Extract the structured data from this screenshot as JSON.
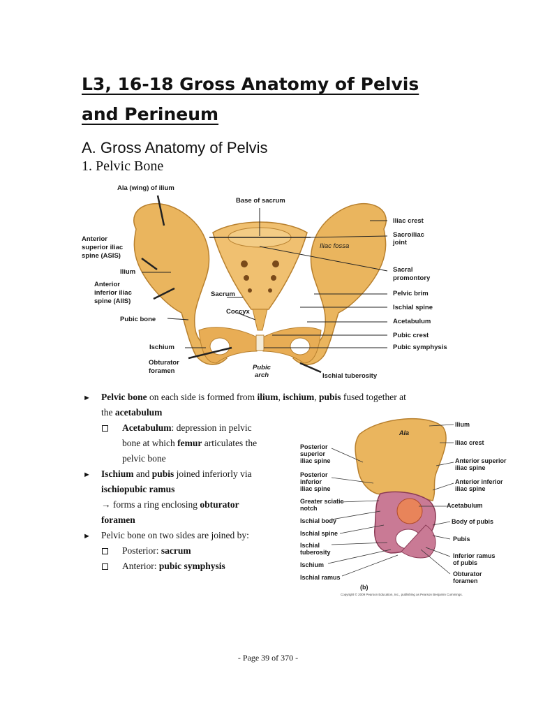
{
  "title": {
    "line1": "L3, 16-18  Gross Anatomy of Pelvis",
    "line2": "and Perineum"
  },
  "section": "A. Gross Anatomy of Pelvis",
  "subsection": "1. Pelvic Bone",
  "figure1": {
    "labels": {
      "ala": "Ala (wing) of ilium",
      "base_sacrum": "Base of sacrum",
      "iliac_crest": "Iliac crest",
      "sacroiliac1": "Sacroiliac",
      "sacroiliac2": "joint",
      "iliac_fossa": "Iliac fossa",
      "asis1": "Anterior",
      "asis2": "superior iliac",
      "asis3": "spine (ASIS)",
      "ilium": "Ilium",
      "aiis1": "Anterior",
      "aiis2": "inferior iliac",
      "aiis3": "spine (AIIS)",
      "sacrum": "Sacrum",
      "coccyx": "Coccyx",
      "sacral_prom1": "Sacral",
      "sacral_prom2": "promontory",
      "pelvic_brim": "Pelvic brim",
      "ischial_spine": "Ischial spine",
      "acetabulum": "Acetabulum",
      "pubic_bone": "Pubic bone",
      "pubic_crest": "Pubic crest",
      "ischium": "Ischium",
      "pubic_symphysis": "Pubic symphysis",
      "obturator1": "Obturator",
      "obturator2": "foramen",
      "pubic_arch1": "Pubic",
      "pubic_arch2": "arch",
      "ischial_tub": "Ischial tuberosity"
    }
  },
  "figure2": {
    "labels": {
      "ala": "Ala",
      "ilium": "Ilium",
      "iliac_crest": "Iliac crest",
      "psis1": "Posterior",
      "psis2": "superior",
      "psis3": "iliac spine",
      "asis1": "Anterior superior",
      "asis2": "iliac spine",
      "piis1": "Posterior",
      "piis2": "inferior",
      "piis3": "iliac spine",
      "aiis1": "Anterior inferior",
      "aiis2": "iliac spine",
      "gsn1": "Greater sciatic",
      "gsn2": "notch",
      "acetabulum": "Acetabulum",
      "ischial_body": "Ischial body",
      "body_pubis": "Body of pubis",
      "ischial_spine": "Ischial spine",
      "pubis": "Pubis",
      "ischial_tub1": "Ischial",
      "ischial_tub2": "tuberosity",
      "inf_ramus1": "Inferior ramus",
      "inf_ramus2": "of pubis",
      "ischium": "Ischium",
      "obturator1": "Obturator",
      "obturator2": "foramen",
      "ischial_ramus": "Ischial ramus",
      "panel": "(b)",
      "copyright": "Copyright © 2009 Pearson Education, Inc., publishing as Pearson Benjamin Cummings."
    }
  },
  "bullets": {
    "b1_a": "Pelvic bone",
    "b1_b": " on each side is formed from ",
    "b1_c": "ilium",
    "b1_d": ", ",
    "b1_e": "ischium",
    "b1_f": ", ",
    "b1_g": "pubis",
    "b1_h": " fused together at",
    "b1_i": "the ",
    "b1_j": "acetabulum",
    "s1_a": "Acetabulum",
    "s1_b": ": depression in pelvic",
    "s1_c": "bone at which ",
    "s1_d": "femur",
    "s1_e": " articulates the",
    "s1_f": "pelvic bone",
    "b2_a": "Ischium",
    "b2_b": " and ",
    "b2_c": "pubis",
    "b2_d": " joined inferiorly via",
    "b2_e": "ischiopubic ramus",
    "b2_f": "→  forms a ring enclosing ",
    "b2_g": "obturator",
    "b2_h": "foramen",
    "b3": "Pelvic bone on two sides are joined by:",
    "s2_a": "Posterior: ",
    "s2_b": "sacrum",
    "s3_a": "Anterior: ",
    "s3_b": "pubic symphysis"
  },
  "footer": "- Page 39 of 370 -"
}
